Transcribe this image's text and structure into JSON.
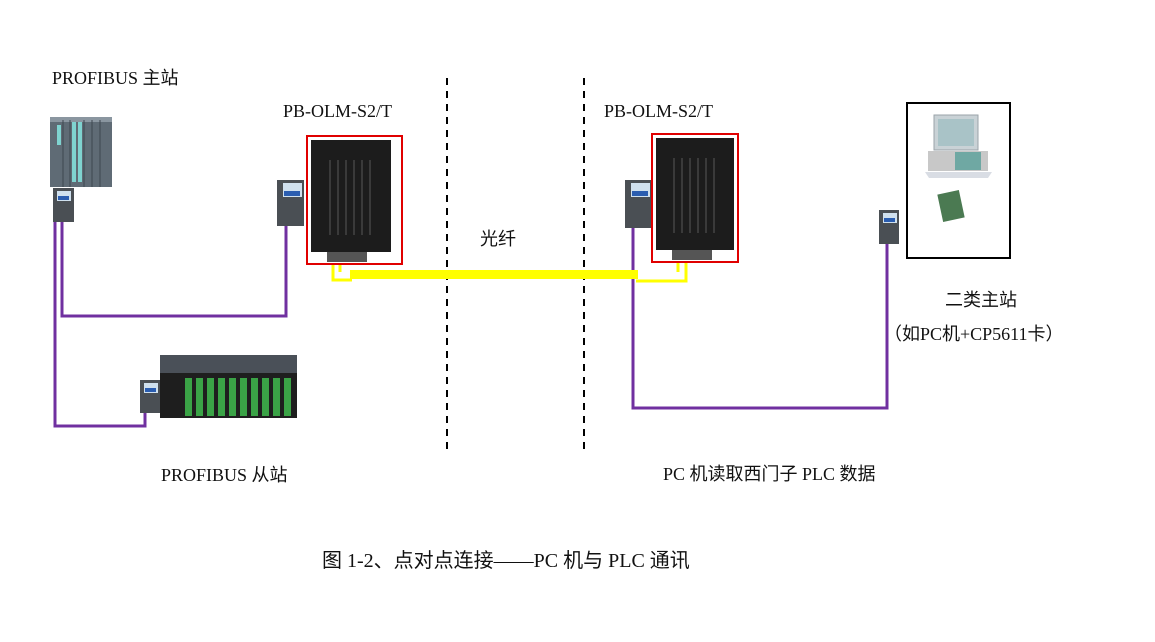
{
  "labels": {
    "master_station": "PROFIBUS 主站",
    "olm_left": "PB-OLM-S2/T",
    "olm_right": "PB-OLM-S2/T",
    "fiber": "光纤",
    "class2_master": "二类主站",
    "class2_master_note": "（如PC机+CP5611卡）",
    "slave_station": "PROFIBUS 从站",
    "pc_reads_plc": "PC 机读取西门子 PLC 数据",
    "caption": "图 1-2、点对点连接——PC 机与 PLC 通讯"
  },
  "colors": {
    "profibus_cable": "#7030a0",
    "fiber_cable": "#ffff00",
    "olm_border": "#e00000",
    "divider": "#000000"
  }
}
